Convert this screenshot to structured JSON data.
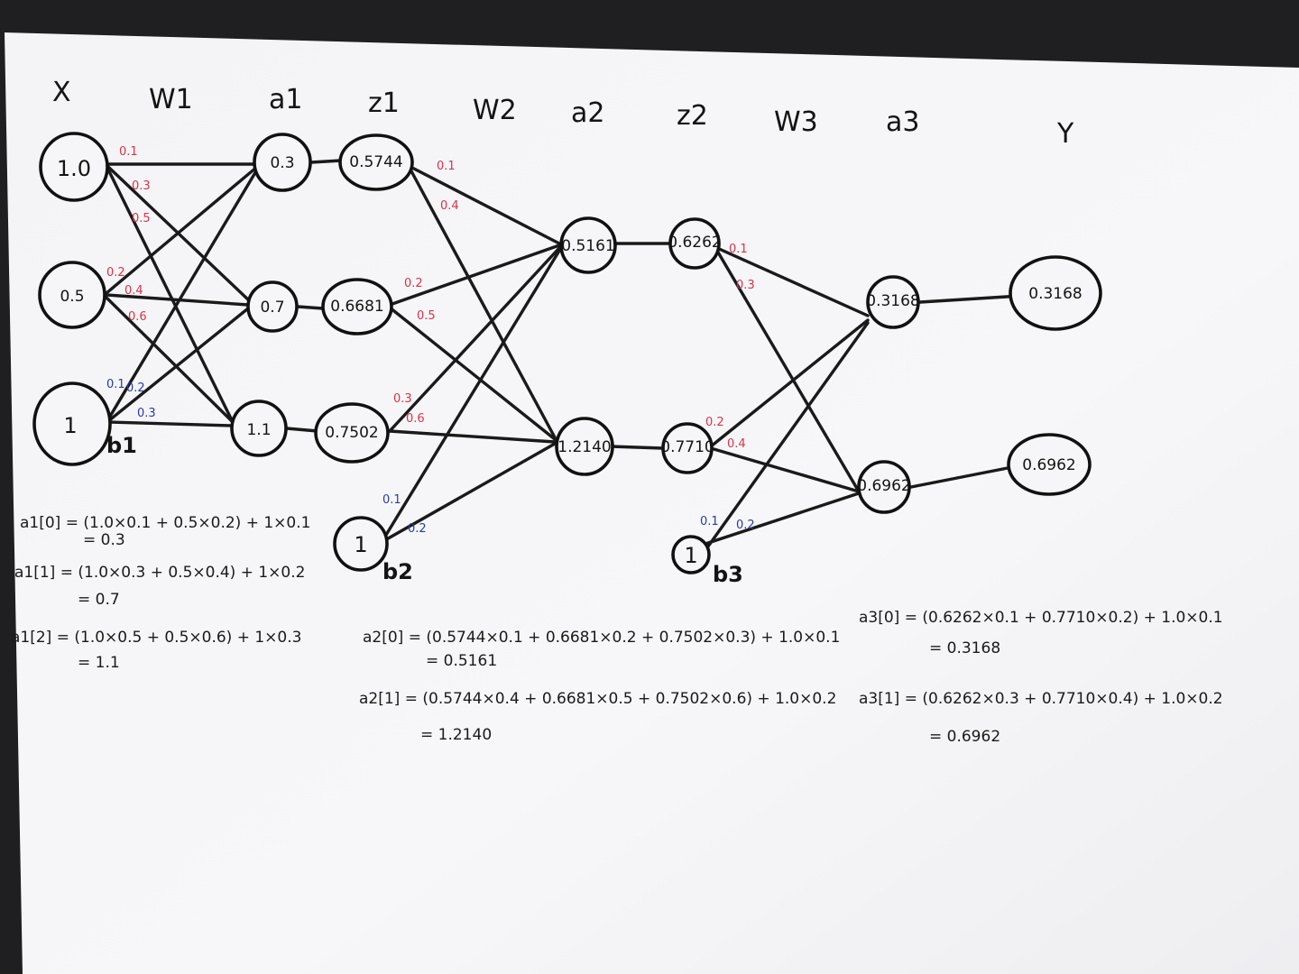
{
  "columns": {
    "x": "X",
    "w1": "W1",
    "a1": "a1",
    "z1": "z1",
    "w2": "W2",
    "a2": "a2",
    "z2": "z2",
    "w3": "W3",
    "a3": "a3",
    "y": "Y"
  },
  "nodes": {
    "x0": "1.0",
    "x1": "0.5",
    "xb": "1",
    "a1_0": "0.3",
    "a1_1": "0.7",
    "a1_2": "1.1",
    "z1_0": "0.5744",
    "z1_1": "0.6681",
    "z1_2": "0.7502",
    "b2": "1",
    "a2_0": "0.5161",
    "a2_1": "1.2140",
    "z2_0": "0.6262",
    "z2_1": "0.7710",
    "b3": "1",
    "a3_0": "0.3168",
    "a3_1": "0.6962",
    "y0": "0.3168",
    "y1": "0.6962"
  },
  "bias_labels": {
    "b1": "b1",
    "b2": "b2",
    "b3": "b3"
  },
  "weights": {
    "w1_x0": [
      "0.1",
      "0.3",
      "0.5"
    ],
    "w1_x1": [
      "0.2",
      "0.4",
      "0.6"
    ],
    "w1_b": [
      "0.1",
      "0.2",
      "0.3"
    ],
    "w2_z0": [
      "0.1",
      "0.4"
    ],
    "w2_z1": [
      "0.2",
      "0.5"
    ],
    "w2_z2": [
      "0.3",
      "0.6"
    ],
    "w2_b": [
      "0.1",
      "0.2"
    ],
    "w3_z0": [
      "0.1",
      "0.3"
    ],
    "w3_z1": [
      "0.2",
      "0.4"
    ],
    "w3_b": [
      "0.1",
      "0.2"
    ]
  },
  "equations": {
    "a1_0": {
      "line": "a1[0] = (1.0×0.1 + 0.5×0.2) + 1×0.1",
      "result": "= 0.3"
    },
    "a1_1": {
      "line": "a1[1] = (1.0×0.3 + 0.5×0.4) + 1×0.2",
      "result": "= 0.7"
    },
    "a1_2": {
      "line": "a1[2] = (1.0×0.5 + 0.5×0.6) + 1×0.3",
      "result": "= 1.1"
    },
    "a2_0": {
      "line": "a2[0] = (0.5744×0.1 + 0.6681×0.2 + 0.7502×0.3) + 1.0×0.1",
      "result": "= 0.5161"
    },
    "a2_1": {
      "line": "a2[1] = (0.5744×0.4 + 0.6681×0.5 + 0.7502×0.6) + 1.0×0.2",
      "result": "= 1.2140"
    },
    "a3_0": {
      "line": "a3[0] = (0.6262×0.1 + 0.7710×0.2) + 1.0×0.1",
      "result": "= 0.3168"
    },
    "a3_1": {
      "line": "a3[1] = (0.6262×0.3 + 0.7710×0.4) + 1.0×0.2",
      "result": "= 0.6962"
    }
  },
  "colors": {
    "ink": "#141414",
    "weight_red": "#d8334a",
    "bias_blue": "#2a3aa8",
    "paper": "#f6f6f8",
    "background": "#1f1f22"
  }
}
